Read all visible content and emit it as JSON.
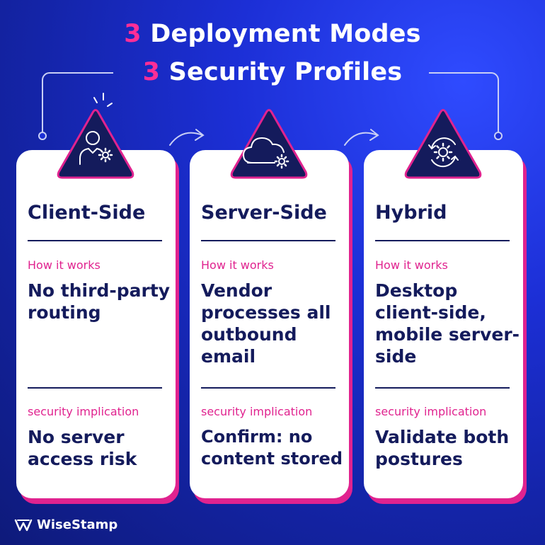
{
  "header": {
    "line1_num": "3",
    "line1_text": "Deployment Modes",
    "line2_num": "3",
    "line2_text": "Security Profiles"
  },
  "cards": [
    {
      "title": "Client-Side",
      "how_label": "How it works",
      "how_text": "No third-party routing",
      "security_label": "security implication",
      "security_text": "No server access risk",
      "icon": "user-gear-icon"
    },
    {
      "title": "Server-Side",
      "how_label": "How it works",
      "how_text": "Vendor processes all outbound email",
      "security_label": "security implication",
      "security_text": "Confirm: no content stored",
      "icon": "cloud-gear-icon"
    },
    {
      "title": "Hybrid",
      "how_label": "How it works",
      "how_text": "Desktop client-side, mobile server-side",
      "security_label": "security implication",
      "security_text": "Validate both postures",
      "icon": "sync-gear-icon"
    }
  ],
  "brand": {
    "name": "WiseStamp",
    "logo_icon": "wisestamp-logo-icon"
  },
  "colors": {
    "accent": "#e0238f",
    "navy": "#141b5c",
    "background": "#1c2fd6"
  }
}
